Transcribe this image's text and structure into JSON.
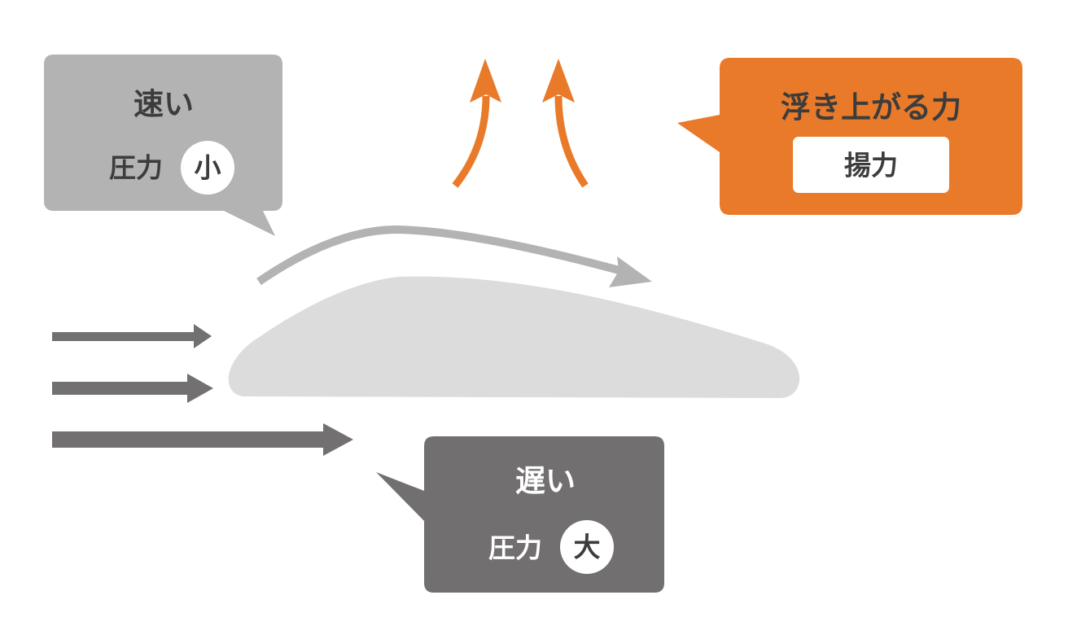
{
  "colors": {
    "background": "#ffffff",
    "upper_callout": "#b3b3b3",
    "lower_callout": "#716f70",
    "lift_callout": "#e87a2a",
    "wing": "#dcdcdc",
    "upper_flow_arrow": "#b3b3b3",
    "incoming_flow_arrow": "#727071",
    "lift_arrow": "#e87a2a",
    "dark_text": "#3c3c3c",
    "light_text": "#ffffff"
  },
  "upper_callout": {
    "speed": "速い",
    "pressure_label": "圧力",
    "pressure_level": "小"
  },
  "lower_callout": {
    "speed": "遅い",
    "pressure_label": "圧力",
    "pressure_level": "大"
  },
  "lift_callout": {
    "title": "浮き上がる力",
    "term": "揚力"
  },
  "icons": {
    "lift_arrows": "curved-up-arrow",
    "upper_flow": "curved-right-arrow",
    "incoming_flow": "straight-right-arrow",
    "wing": "airfoil-shape"
  }
}
